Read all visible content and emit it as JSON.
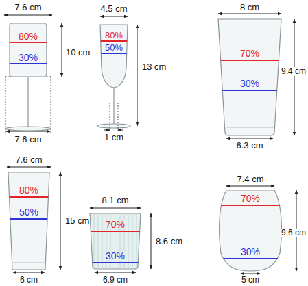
{
  "diagram": {
    "labels": [
      "7.6 cm",
      "80%",
      "30%",
      "10 cm",
      "7.6 cm",
      "4.5 cm",
      "80%",
      "50%",
      "13 cm",
      "1 cm",
      "8 cm",
      "70%",
      "30%",
      "9.4 cm",
      "6.3 cm",
      "7.6 cm",
      "80%",
      "50%",
      "15 cm",
      "6 cm",
      "8.1 cm",
      "70%",
      "30%",
      "8.6 cm",
      "6.9 cm",
      "7.4 cm",
      "70%",
      "30%",
      "9.6 cm",
      "5 cm"
    ]
  }
}
